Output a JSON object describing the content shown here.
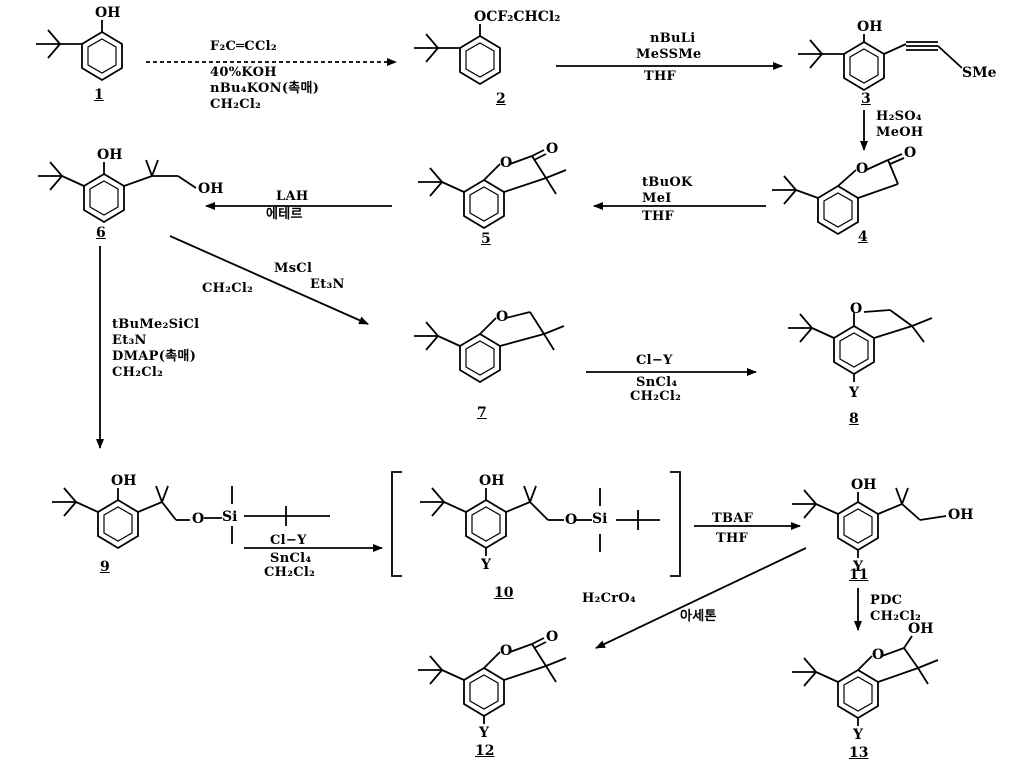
{
  "compounds": {
    "c1": {
      "number": "1",
      "atoms": {
        "oh": "OH"
      }
    },
    "c2": {
      "number": "2",
      "atoms": {
        "o": "OCF₂CHCl₂"
      }
    },
    "c3": {
      "number": "3",
      "atoms": {
        "oh": "OH",
        "sme": "SMe"
      }
    },
    "c4": {
      "number": "4",
      "atoms": {
        "o": "O",
        "ko": "O"
      }
    },
    "c5": {
      "number": "5",
      "atoms": {
        "o": "O",
        "ko": "O"
      }
    },
    "c6": {
      "number": "6",
      "atoms": {
        "oh": "OH",
        "oh2": "OH"
      }
    },
    "c7": {
      "number": "7",
      "atoms": {
        "o": "O"
      }
    },
    "c8": {
      "number": "8",
      "atoms": {
        "o": "O",
        "y": "Y"
      }
    },
    "c9": {
      "number": "9",
      "atoms": {
        "oh": "OH",
        "o": "O",
        "si": "Si"
      }
    },
    "c10": {
      "number": "10",
      "atoms": {
        "oh": "OH",
        "o": "O",
        "si": "Si",
        "y": "Y"
      }
    },
    "c11": {
      "number": "11",
      "atoms": {
        "oh": "OH",
        "oh2": "OH",
        "y": "Y"
      }
    },
    "c12": {
      "number": "12",
      "atoms": {
        "o": "O",
        "ko": "O",
        "y": "Y"
      }
    },
    "c13": {
      "number": "13",
      "atoms": {
        "o": "O",
        "oh": "OH",
        "y": "Y"
      }
    }
  },
  "reactions": {
    "r1_2": [
      "F₂C═CCl₂",
      "40%KOH",
      "nBu₄KON(촉매)",
      "CH₂Cl₂"
    ],
    "r2_3": [
      "nBuLi",
      "MeSSMe",
      "THF"
    ],
    "r3_4": [
      "H₂SO₄",
      "MeOH"
    ],
    "r4_5": [
      "tBuOK",
      "MeI",
      "THF"
    ],
    "r5_6": [
      "LAH",
      "에테르"
    ],
    "r6_7": [
      "MsCl",
      "CH₂Cl₂",
      "Et₃N"
    ],
    "r7_8": [
      "Cl−Y",
      "SnCl₄",
      "CH₂Cl₂"
    ],
    "r6_9": [
      "tBuMe₂SiCl",
      "Et₃N",
      "DMAP(촉매)",
      "CH₂Cl₂"
    ],
    "r9_10": [
      "Cl−Y",
      "SnCl₄",
      "CH₂Cl₂"
    ],
    "r10_11": [
      "TBAF",
      "THF"
    ],
    "r11_12": [
      "H₂CrO₄",
      "아세톤"
    ],
    "r11_13": [
      "PDC",
      "CH₂Cl₂"
    ]
  }
}
